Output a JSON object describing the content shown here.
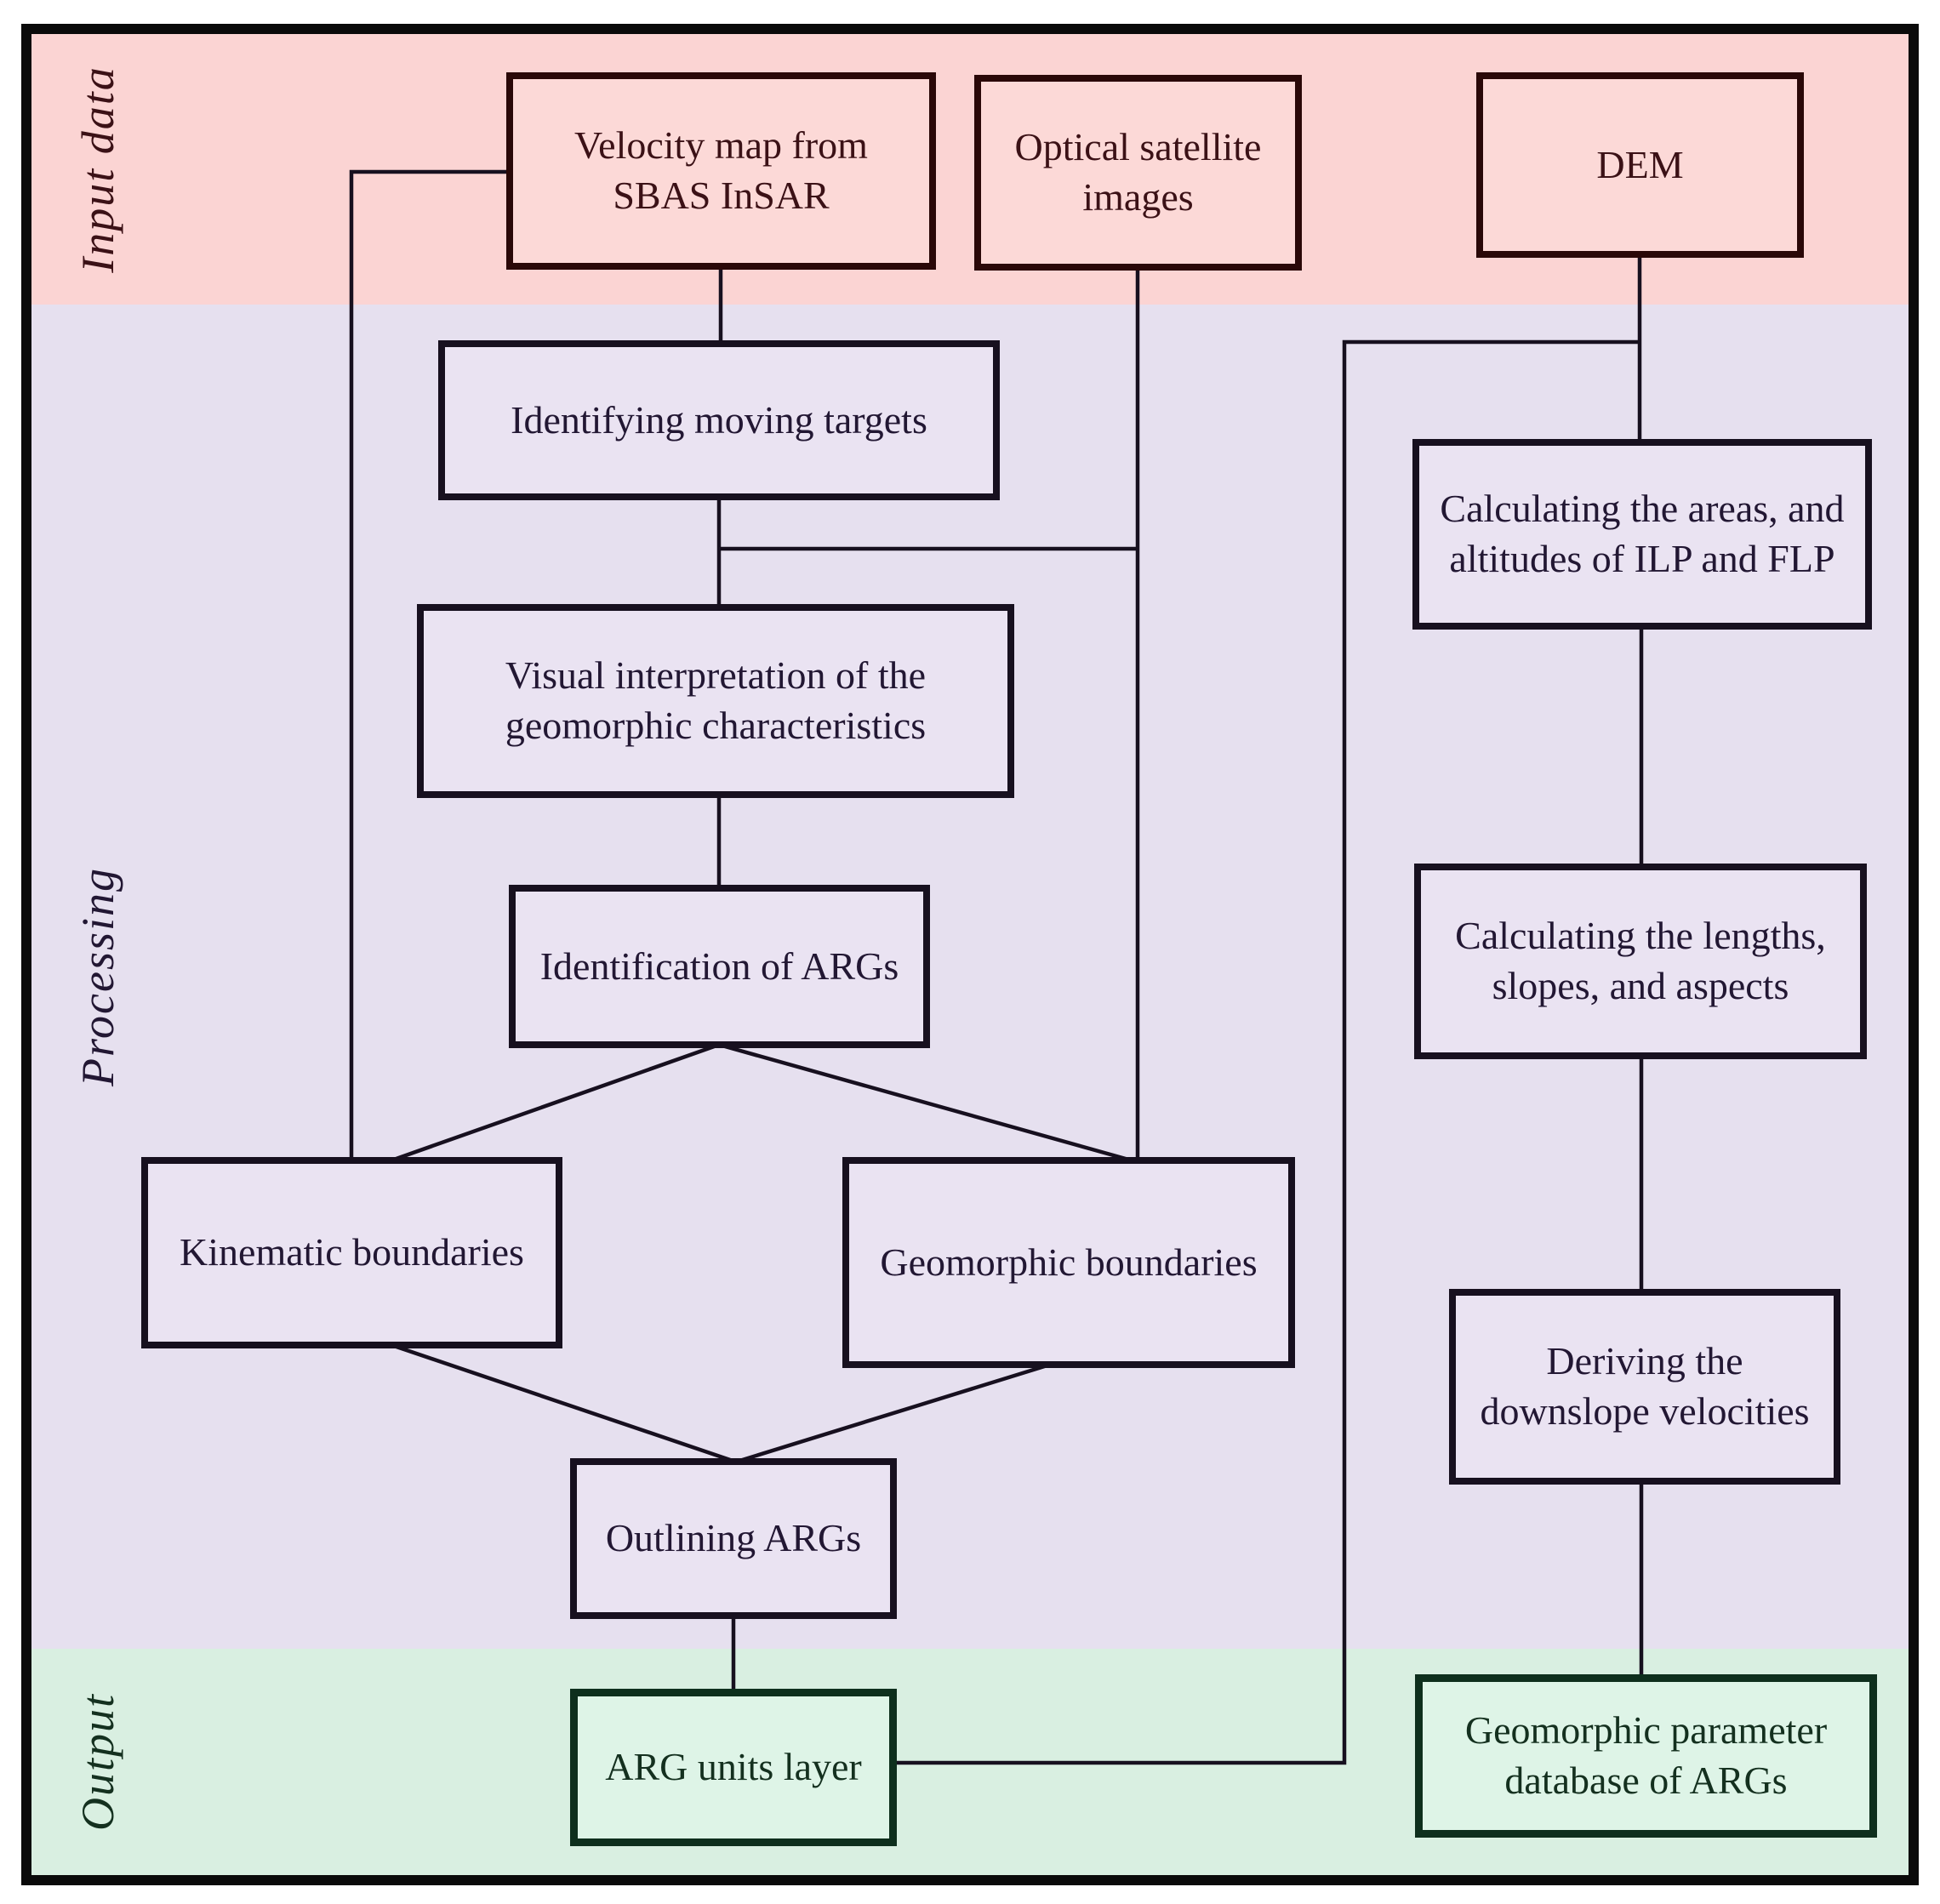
{
  "figure_type": "flowchart",
  "bands": {
    "input": {
      "label": "Input data"
    },
    "processing": {
      "label": "Processing"
    },
    "output": {
      "label": "Output"
    }
  },
  "nodes": {
    "velocity_map": {
      "label": "Velocity map from SBAS InSAR",
      "band": "input"
    },
    "optical": {
      "label": "Optical satellite images",
      "band": "input"
    },
    "dem": {
      "label": "DEM",
      "band": "input"
    },
    "identifying": {
      "label": "Identifying moving targets",
      "band": "processing"
    },
    "visual": {
      "label": "Visual interpretation of the geomorphic characteristics",
      "band": "processing"
    },
    "identification": {
      "label": "Identification of ARGs",
      "band": "processing"
    },
    "kinematic": {
      "label": "Kinematic boundaries",
      "band": "processing"
    },
    "geomorphic": {
      "label": "Geomorphic boundaries",
      "band": "processing"
    },
    "outlining": {
      "label": "Outlining ARGs",
      "band": "processing"
    },
    "arg_units": {
      "label": "ARG units layer",
      "band": "output"
    },
    "calc_areas": {
      "label": "Calculating the areas, and altitudes of ILP and FLP",
      "band": "processing"
    },
    "calc_lengths": {
      "label": "Calculating the lengths, slopes, and aspects",
      "band": "processing"
    },
    "deriving": {
      "label": "Deriving the downslope velocities",
      "band": "processing"
    },
    "geo_db": {
      "label": "Geomorphic parameter database of ARGs",
      "band": "output"
    }
  },
  "edges": [
    {
      "from": "velocity_map",
      "to": "identifying"
    },
    {
      "from": "velocity_map",
      "to": "kinematic"
    },
    {
      "from": "identifying",
      "to": "visual"
    },
    {
      "from": "optical",
      "to": "visual"
    },
    {
      "from": "optical",
      "to": "geomorphic"
    },
    {
      "from": "visual",
      "to": "identification"
    },
    {
      "from": "identification",
      "to": "kinematic"
    },
    {
      "from": "identification",
      "to": "geomorphic"
    },
    {
      "from": "kinematic",
      "to": "outlining"
    },
    {
      "from": "geomorphic",
      "to": "outlining"
    },
    {
      "from": "outlining",
      "to": "arg_units"
    },
    {
      "from": "arg_units",
      "to": "calc_areas"
    },
    {
      "from": "dem",
      "to": "calc_areas"
    },
    {
      "from": "calc_areas",
      "to": "calc_lengths"
    },
    {
      "from": "calc_lengths",
      "to": "deriving"
    },
    {
      "from": "deriving",
      "to": "geo_db"
    }
  ],
  "colors": {
    "input_band": "#fbd4d3",
    "input_box": "#fcd9d7",
    "input_border": "#2a0808",
    "input_text": "#3b1116",
    "processing_band": "#e6e0ef",
    "processing_box": "#eae3f2",
    "processing_border": "#17101f",
    "processing_text": "#221733",
    "output_band": "#d9efe1",
    "output_box": "#def4e7",
    "output_border": "#0e2f1d",
    "output_text": "#14301f",
    "frame_border": "#0a0a0a",
    "line": "#17101f"
  }
}
